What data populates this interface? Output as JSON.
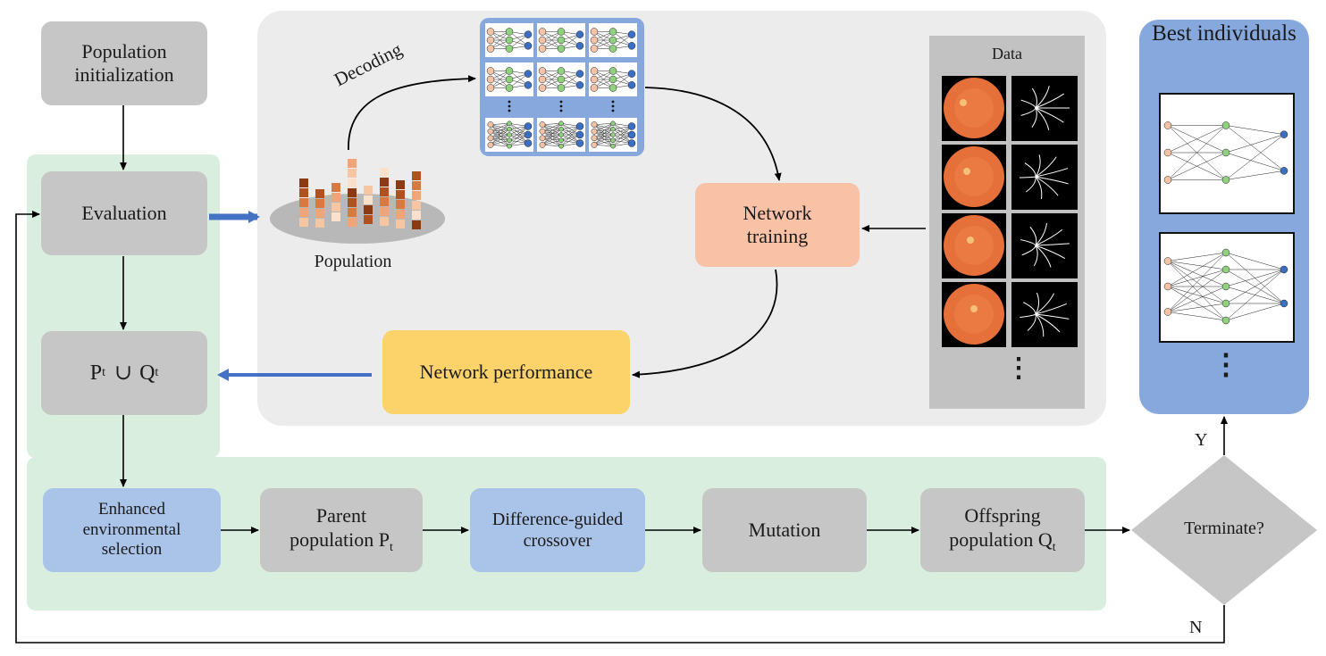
{
  "nodes": {
    "population_init": "Population initialization",
    "evaluation": "Evaluation",
    "union": {
      "p": "P",
      "t1": "t",
      "op": "∪",
      "q": "Q",
      "t2": "t"
    },
    "enhanced_selection": "Enhanced environmental selection",
    "parent_population": {
      "text": "Parent population P",
      "sub": "t"
    },
    "crossover": "Difference-guided crossover",
    "mutation": "Mutation",
    "offspring_population": {
      "text": "Offspring population Q",
      "sub": "t"
    },
    "terminate": "Terminate?",
    "network_training": "Network training",
    "network_performance": "Network performance"
  },
  "labels": {
    "decoding": "Decoding",
    "population": "Population",
    "data": "Data",
    "best_individuals": "Best individuals",
    "yes": "Y",
    "no": "N",
    "ellipsis": "⋮"
  },
  "colors": {
    "gray_box": "#c6c6c6",
    "blue_box": "#a9c3e9",
    "green_panel": "#d9eedf",
    "light_gray_panel": "#ececec",
    "network_training": "#f9c1a6",
    "network_performance": "#fcd36b",
    "best_panel": "#86a8dd",
    "arrow_blue": "#4472c4"
  }
}
